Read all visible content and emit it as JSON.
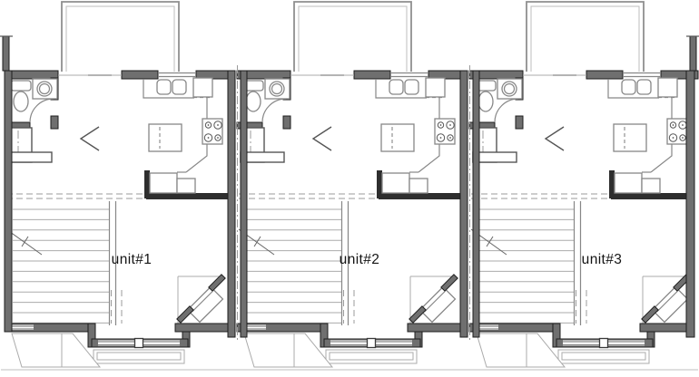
{
  "plan": {
    "type": "floor-plan",
    "units": [
      {
        "label": "unit#1"
      },
      {
        "label": "unit#2"
      },
      {
        "label": "unit#3"
      }
    ]
  },
  "colors": {
    "wall": "#6f6f6f",
    "wall-edge": "#1d1d1d",
    "fixture": "#878787",
    "light": "#ababab",
    "dashed": "#9b9b9b",
    "halfwall": "#2e2e2e",
    "text": "#141414",
    "bg": "#ffffff",
    "deck-outer": "#8f8f8f",
    "deck-inner": "#bdbdbd"
  }
}
